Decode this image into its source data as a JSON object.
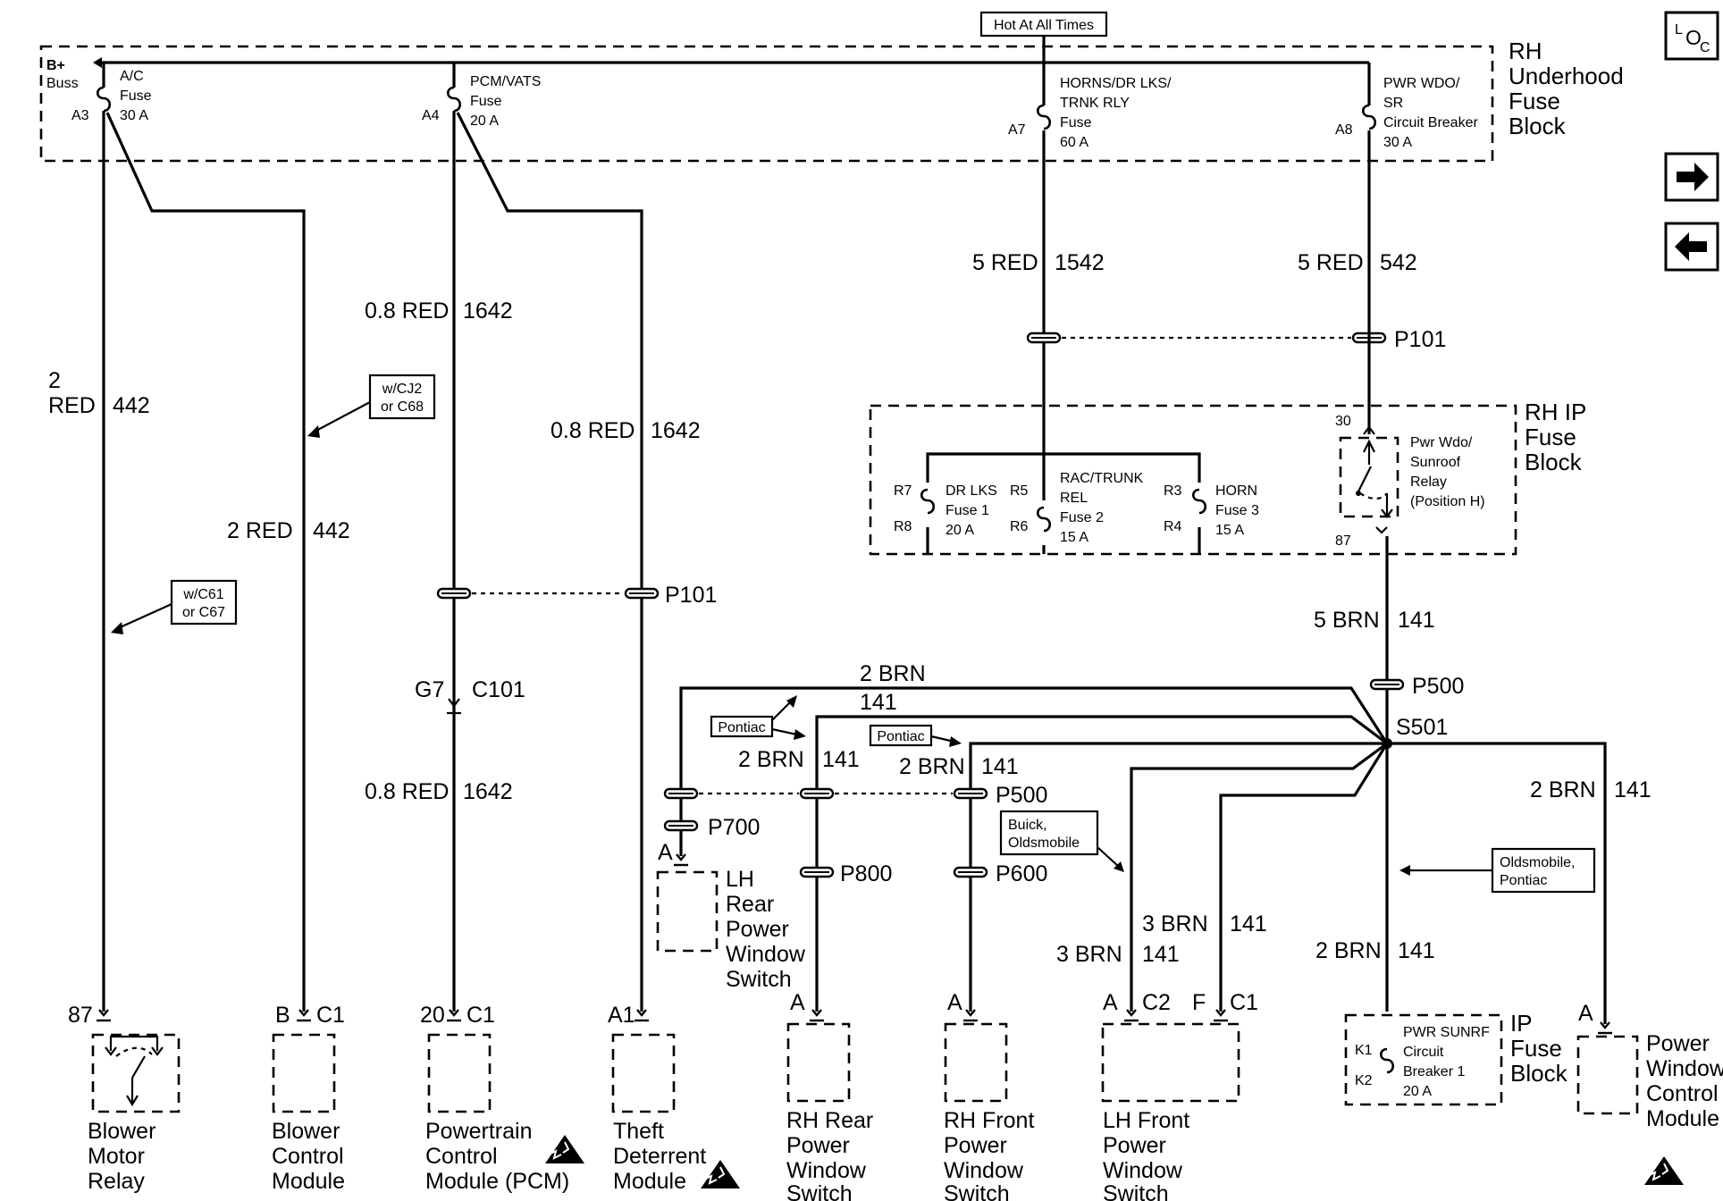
{
  "header": {
    "hot": "Hot At All Times"
  },
  "underhood": {
    "l1": "RH",
    "l2": "Underhood",
    "l3": "Fuse",
    "l4": "Block"
  },
  "bplus": {
    "l1": "B+",
    "l2": "Buss"
  },
  "fuses": {
    "a3": {
      "pin": "A3",
      "l1": "A/C",
      "l2": "Fuse",
      "l3": "30 A"
    },
    "a4": {
      "pin": "A4",
      "l1": "PCM/VATS",
      "l2": "Fuse",
      "l3": "20 A"
    },
    "a7": {
      "pin": "A7",
      "l1": "HORNS/DR LKS/",
      "l2": "TRNK RLY",
      "l3": "Fuse",
      "l4": "60 A"
    },
    "a8": {
      "pin": "A8",
      "l1": "PWR WDO/",
      "l2": "SR",
      "l3": "Circuit Breaker",
      "l4": "30 A"
    }
  },
  "ripfuse": {
    "l1": "RH IP",
    "l2": "Fuse",
    "l3": "Block",
    "r7": "R7",
    "r8": "R8",
    "r5": "R5",
    "r6": "R6",
    "r3": "R3",
    "r4": "R4",
    "drlks": {
      "l1": "DR LKS",
      "l2": "Fuse 1",
      "l3": "20 A"
    },
    "rac": {
      "l1": "RAC/TRUNK",
      "l2": "REL",
      "l3": "Fuse 2",
      "l4": "15 A"
    },
    "horn": {
      "l1": "HORN",
      "l2": "Fuse 3",
      "l3": "15 A"
    },
    "relay": {
      "p30": "30",
      "p87": "87",
      "l1": "Pwr Wdo/",
      "l2": "Sunroof",
      "l3": "Relay",
      "l4": "(Position H)"
    }
  },
  "wires": {
    "w1542": {
      "gauge": "5 RED",
      "circ": "1542"
    },
    "w542": {
      "gauge": "5 RED",
      "circ": "542"
    },
    "w1642a": {
      "gauge": "0.8 RED",
      "circ": "1642"
    },
    "w1642b": {
      "gauge": "0.8 RED",
      "circ": "1642"
    },
    "w1642c": {
      "gauge": "0.8 RED",
      "circ": "1642"
    },
    "w442a": {
      "gauge1": "2",
      "gauge2": "RED",
      "circ": "442"
    },
    "w442b": {
      "gauge": "2 RED",
      "circ": "442"
    },
    "w141a": {
      "gauge": "5 BRN",
      "circ": "141"
    },
    "w141top": {
      "gauge": "2 BRN",
      "circ": "141"
    },
    "w141b": {
      "gauge": "2 BRN",
      "circ": "141"
    },
    "w141c": {
      "gauge": "2 BRN",
      "circ": "141"
    },
    "w141d": {
      "gauge": "2 BRN",
      "circ": "141"
    },
    "w141e": {
      "gauge": "3 BRN",
      "circ": "141"
    },
    "w141f": {
      "gauge": "3 BRN",
      "circ": "141"
    },
    "w141g": {
      "gauge": "2 BRN",
      "circ": "141"
    }
  },
  "connectors": {
    "p101a": "P101",
    "p101b": "P101",
    "p500a": "P500",
    "p500b": "P500",
    "p700": "P700",
    "p800": "P800",
    "p600": "P600",
    "s501": "S501",
    "g7": "G7",
    "c101": "C101"
  },
  "notes": {
    "cj2": {
      "l1": "w/CJ2",
      "l2": "or C68"
    },
    "c61": {
      "l1": "w/C61",
      "l2": "or C67"
    },
    "pontiac1": "Pontiac",
    "pontiac2": "Pontiac",
    "buick": {
      "l1": "Buick,",
      "l2": "Oldsmobile"
    },
    "olds": {
      "l1": "Oldsmobile,",
      "l2": "Pontiac"
    }
  },
  "components": {
    "blower_relay": {
      "pin": "87",
      "l1": "Blower",
      "l2": "Motor",
      "l3": "Relay"
    },
    "blower_module": {
      "pin": "B",
      "conn": "C1",
      "l1": "Blower",
      "l2": "Control",
      "l3": "Module"
    },
    "pcm": {
      "pin": "20",
      "conn": "C1",
      "l1": "Powertrain",
      "l2": "Control",
      "l3": "Module (PCM)"
    },
    "theft": {
      "pin": "A1",
      "l1": "Theft",
      "l2": "Deterrent",
      "l3": "Module"
    },
    "lh_rear": {
      "pin": "A",
      "l1": "LH",
      "l2": "Rear",
      "l3": "Power",
      "l4": "Window",
      "l5": "Switch"
    },
    "rh_rear": {
      "pin": "A",
      "l1": "RH Rear",
      "l2": "Power",
      "l3": "Window",
      "l4": "Switch"
    },
    "rh_front": {
      "pin": "A",
      "l1": "RH Front",
      "l2": "Power",
      "l3": "Window",
      "l4": "Switch"
    },
    "lh_front": {
      "pin1": "A",
      "conn1": "C2",
      "pin2": "F",
      "conn2": "C1",
      "l1": "LH Front",
      "l2": "Power",
      "l3": "Window",
      "l4": "Switch"
    },
    "ip_fuse": {
      "k1": "K1",
      "k2": "K2",
      "l1": "PWR SUNRF",
      "l2": "Circuit",
      "l3": "Breaker 1",
      "l4": "20 A",
      "b1": "IP",
      "b2": "Fuse",
      "b3": "Block"
    },
    "pwcm": {
      "pin": "A",
      "l1": "Power",
      "l2": "Window",
      "l3": "Control",
      "l4": "Module"
    }
  },
  "nav": {
    "loc_l": "L",
    "loc_o": "O",
    "loc_c": "C",
    "next": "next-arrow-icon",
    "prev": "prev-arrow-icon"
  }
}
